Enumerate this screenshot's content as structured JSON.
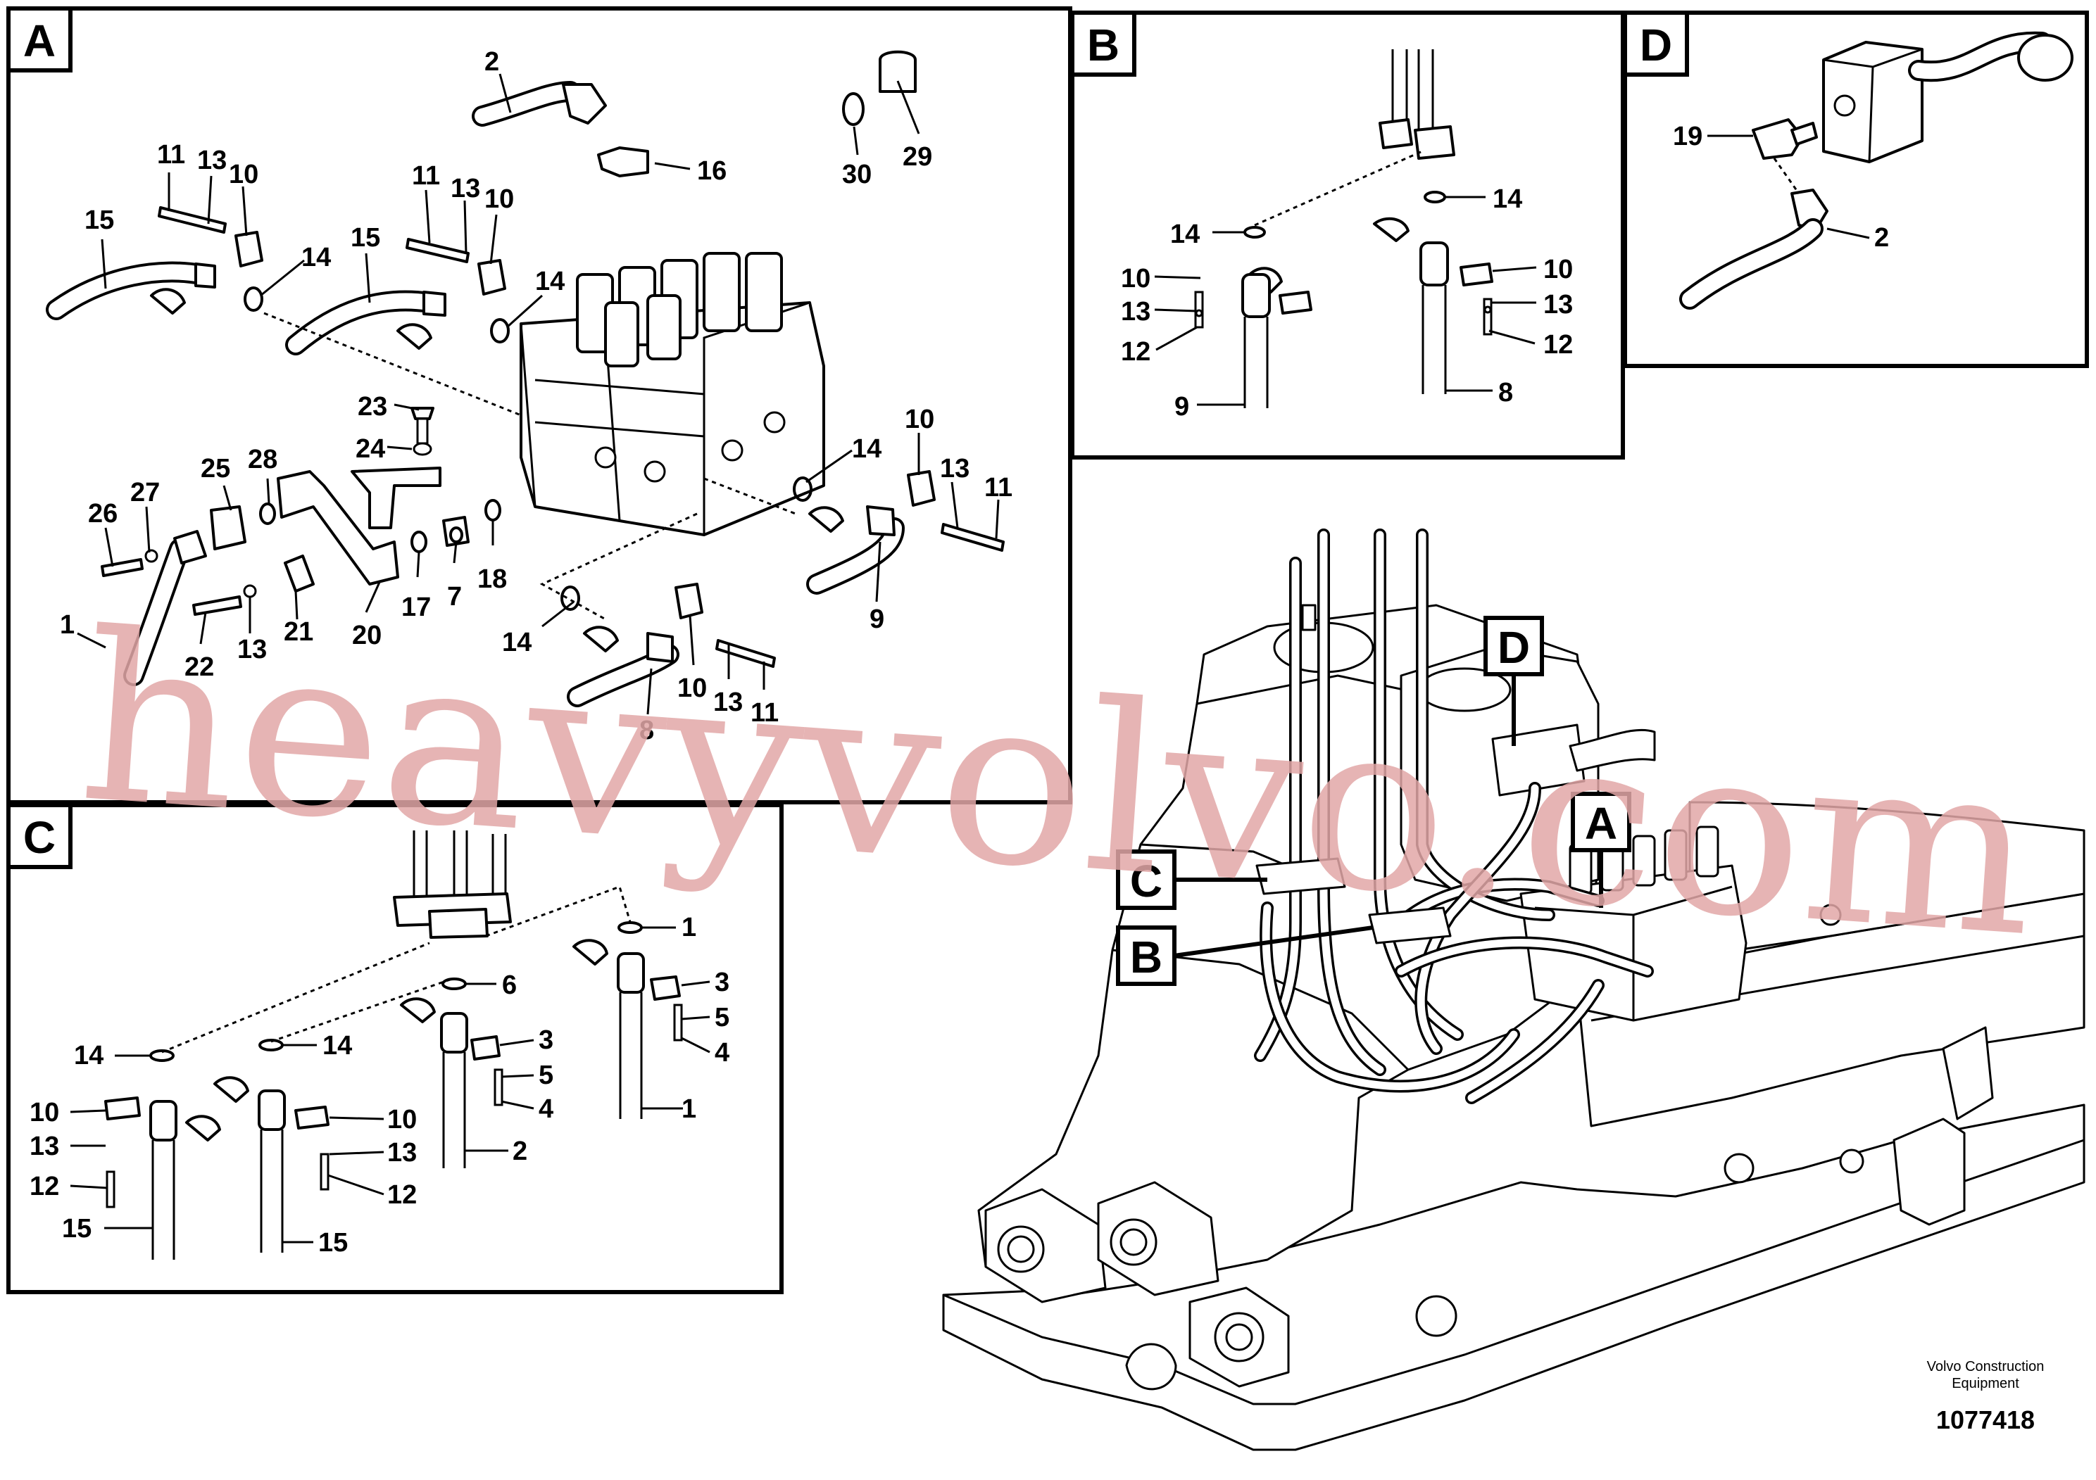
{
  "panels": {
    "A": {
      "tag": "A"
    },
    "B": {
      "tag": "B"
    },
    "C": {
      "tag": "C"
    },
    "D": {
      "tag": "D"
    }
  },
  "callouts": {
    "A": [
      "2",
      "16",
      "29",
      "30",
      "11",
      "13",
      "10",
      "15",
      "14",
      "11",
      "13",
      "10",
      "15",
      "14",
      "23",
      "24",
      "28",
      "25",
      "27",
      "26",
      "1",
      "22",
      "13",
      "21",
      "20",
      "17",
      "7",
      "18",
      "14",
      "10",
      "13",
      "11",
      "9",
      "14",
      "10",
      "13",
      "11",
      "8"
    ],
    "B": [
      "14",
      "14",
      "10",
      "10",
      "13",
      "13",
      "12",
      "12",
      "9",
      "8"
    ],
    "C": [
      "1",
      "6",
      "3",
      "5",
      "4",
      "3",
      "5",
      "4",
      "2",
      "14",
      "14",
      "10",
      "10",
      "13",
      "13",
      "12",
      "12",
      "15",
      "15",
      "1"
    ],
    "D": [
      "19",
      "2"
    ]
  },
  "overview_tags": {
    "A": "A",
    "B": "B",
    "C": "C",
    "D": "D"
  },
  "footer": {
    "company_line1": "Volvo Construction",
    "company_line2": "Equipment",
    "drawing_number": "1077418"
  },
  "watermark": "heavyvolvo.com"
}
